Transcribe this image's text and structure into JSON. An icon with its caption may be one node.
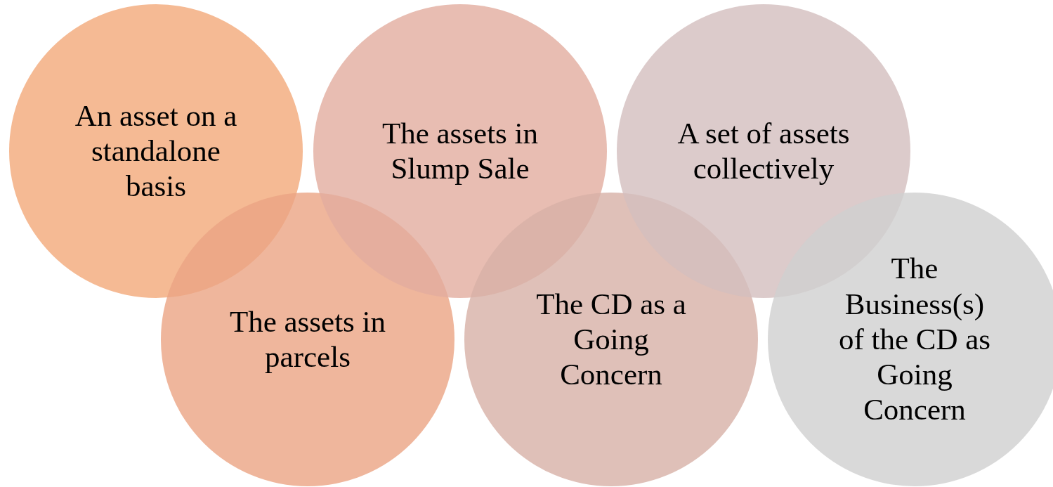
{
  "diagram": {
    "nodes": [
      {
        "text": [
          "An asset on a standalone basis"
        ]
      },
      {
        "text": [
          "The assets in parcels"
        ]
      },
      {
        "text": [
          "The assets in Slump Sale"
        ]
      },
      {
        "text": [
          "The CD as a Going Concern"
        ]
      },
      {
        "text": [
          "A set of assets collectively"
        ]
      },
      {
        "text": [
          "The Business(s) of the CD as Going Concern"
        ]
      }
    ]
  }
}
